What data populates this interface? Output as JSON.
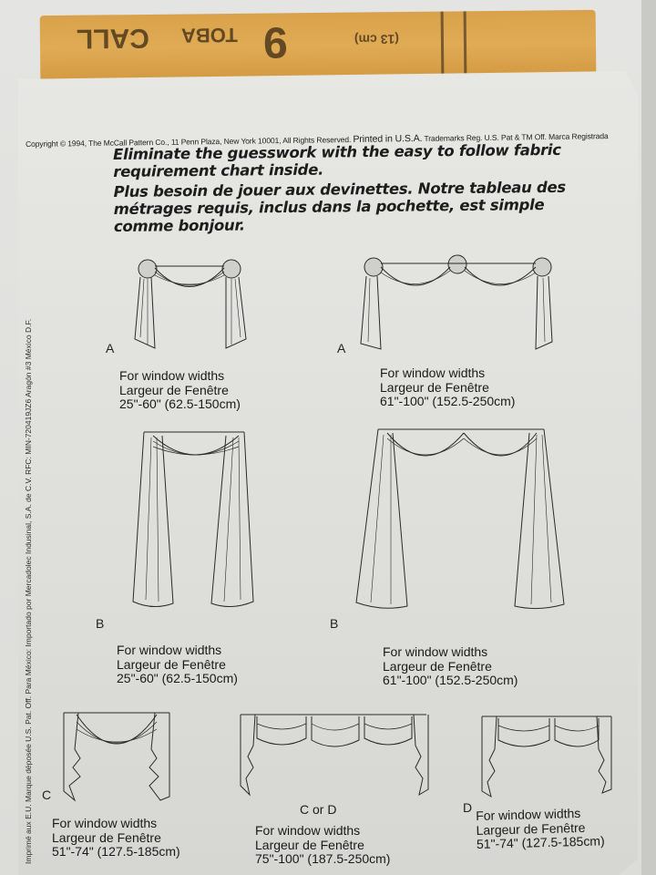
{
  "tissue": {
    "fragments": [
      "CALL",
      "TOBA",
      "9",
      "(13 cm)"
    ]
  },
  "copyright": {
    "line": "Copyright © 1994, The McCall Pattern Co., 11 Penn Plaza, New York 10001, All Rights Reserved.",
    "printed": "Printed in U.S.A.",
    "trademark": "Trademarks Reg. U.S. Pat & TM Off. Marca Registrada"
  },
  "headline": {
    "english": "Eliminate the guesswork with the easy to follow fabric requirement chart inside.",
    "french": "Plus besoin de jouer aux devinettes. Notre tableau des métrages requis, inclus dans la pochette, est simple comme bonjour."
  },
  "side_text": "Imprimé aux E.U. Marque déposée U.S. Pat. Off.    Para México: Importado por Mercadolec Indusinal, S.A. de C.V.   RFC: MIN-720419JZ6    Aragón #3  México D.F.",
  "views": [
    {
      "id": "A-small",
      "letter": "A",
      "line1": "For window widths",
      "line2": "Largeur de Fenêtre",
      "range": "25\"-60\" (62.5-150cm)"
    },
    {
      "id": "A-large",
      "letter": "A",
      "line1": "For window widths",
      "line2": "Largeur de Fenêtre",
      "range": "61\"-100\" (152.5-250cm)"
    },
    {
      "id": "B-small",
      "letter": "B",
      "line1": "For window widths",
      "line2": "Largeur de Fenêtre",
      "range": "25\"-60\" (62.5-150cm)"
    },
    {
      "id": "B-large",
      "letter": "B",
      "line1": "For window widths",
      "line2": "Largeur de Fenêtre",
      "range": "61\"-100\" (152.5-250cm)"
    },
    {
      "id": "C",
      "letter": "C",
      "line1": "For window widths",
      "line2": "Largeur de Fenêtre",
      "range": "51\"-74\" (127.5-185cm)"
    },
    {
      "id": "C-or-D",
      "letter": "C or D",
      "line1": "For window widths",
      "line2": "Largeur de Fenêtre",
      "range": "75\"-100\" (187.5-250cm)"
    },
    {
      "id": "D",
      "letter": "D",
      "line1": "For window widths",
      "line2": "Largeur de Fenêtre",
      "range": "51\"-74\" (127.5-185cm)"
    }
  ]
}
